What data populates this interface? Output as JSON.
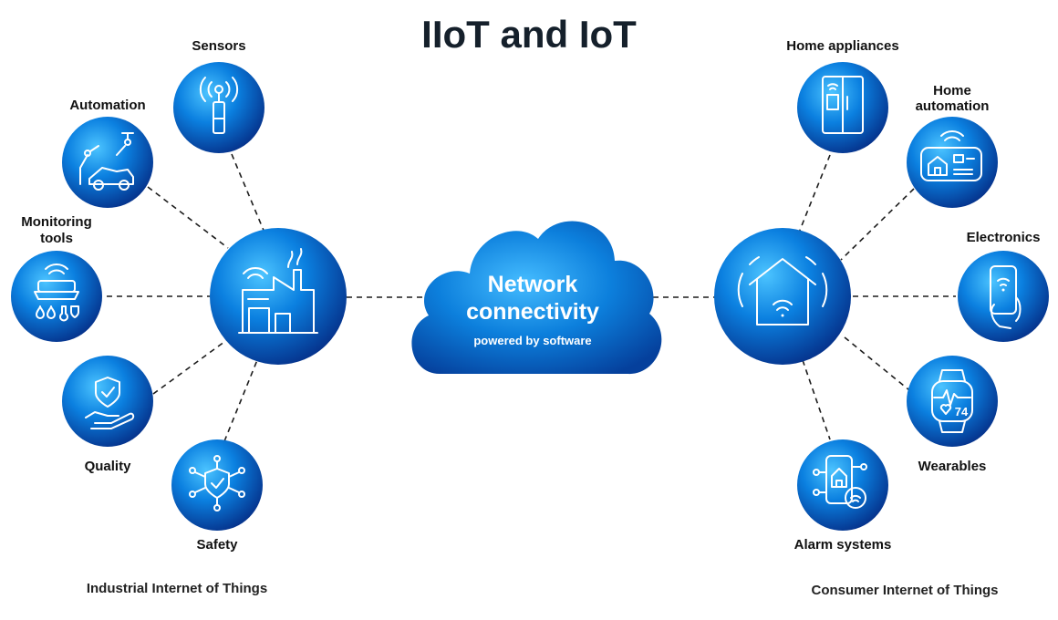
{
  "title": "IIoT and IoT",
  "cloud": {
    "line1": "Network",
    "line2": "connectivity",
    "line3": "powered by software"
  },
  "iiot": {
    "hub_icon": "factory-wifi-icon",
    "footer": "Industrial Internet of Things",
    "nodes": [
      {
        "label": "Sensors",
        "icon": "sensor-antenna-icon"
      },
      {
        "label": "Automation",
        "icon": "robot-arm-car-icon"
      },
      {
        "label": "Monitoring",
        "label2": "tools",
        "icon": "monitoring-device-icon"
      },
      {
        "label": "Quality",
        "icon": "shield-hand-icon"
      },
      {
        "label": "Safety",
        "icon": "shield-network-icon"
      }
    ]
  },
  "iot": {
    "hub_icon": "smart-home-wifi-icon",
    "footer": "Consumer Internet of Things",
    "nodes": [
      {
        "label": "Home appliances",
        "icon": "smart-fridge-icon"
      },
      {
        "label": "Home",
        "label2": "automation",
        "icon": "control-panel-icon"
      },
      {
        "label": "Electronics",
        "icon": "smartphone-hand-icon"
      },
      {
        "label": "Wearables",
        "icon": "smartwatch-icon",
        "watch_value": "74"
      },
      {
        "label": "Alarm systems",
        "icon": "alarm-phone-icon"
      }
    ]
  },
  "colors": {
    "circle_light": "#33b5ff",
    "circle_mid": "#0a78d9",
    "circle_dark": "#05318a",
    "cloud_light": "#3fb7ff",
    "cloud_dark": "#0652b8"
  }
}
